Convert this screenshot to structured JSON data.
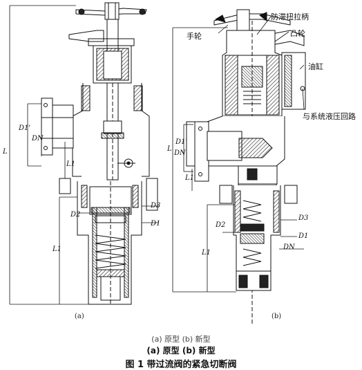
{
  "figure": {
    "caption": "图 1  带过流阀的紧急切断阀",
    "subcaption_line1": "(a) 原型   (b) 新型",
    "subcaption_line2": "(a) 原型   (b) 新型"
  },
  "panel_a": {
    "label": "(a)",
    "dims": {
      "L": "L",
      "D1prime": "D1'",
      "DN": "DN",
      "L1top": "L1",
      "D3": "D3",
      "D2": "D2",
      "D1": "D1",
      "L1": "L1"
    }
  },
  "panel_b": {
    "label": "(b)",
    "callouts": {
      "handwheel": "手轮",
      "anti_hang_handle": "防滞扭拉柄",
      "cam": "凸轮",
      "oil_cylinder": "油缸",
      "hydraulic_circuit": "与系统液压回路"
    },
    "dims": {
      "L": "L",
      "D1prime": "D1'",
      "DN_top": "DN",
      "L1top": "L1",
      "D3": "D3",
      "D2": "D2",
      "D1": "D1",
      "L1": "L1",
      "DN_bottom": "DN"
    }
  }
}
